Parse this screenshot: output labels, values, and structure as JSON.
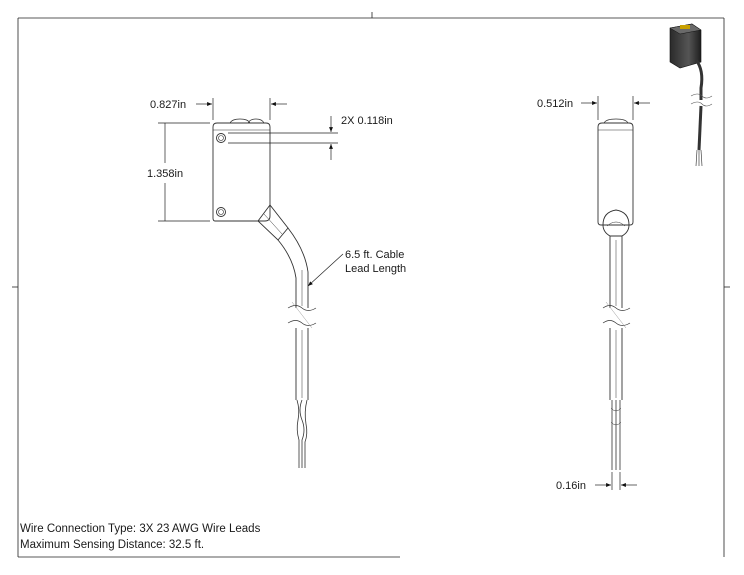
{
  "dimensions": {
    "front_width": "0.827in",
    "hole_dia": "2X 0.118in",
    "front_height": "1.358in",
    "side_width": "0.512in",
    "wire_pitch": "0.16in"
  },
  "callout": {
    "line1": "6.5 ft. Cable",
    "line2": "Lead Length"
  },
  "notes": {
    "wire_connection": "Wire Connection Type: 3X 23 AWG Wire Leads",
    "sensing_distance": "Maximum Sensing Distance: 32.5 ft."
  }
}
